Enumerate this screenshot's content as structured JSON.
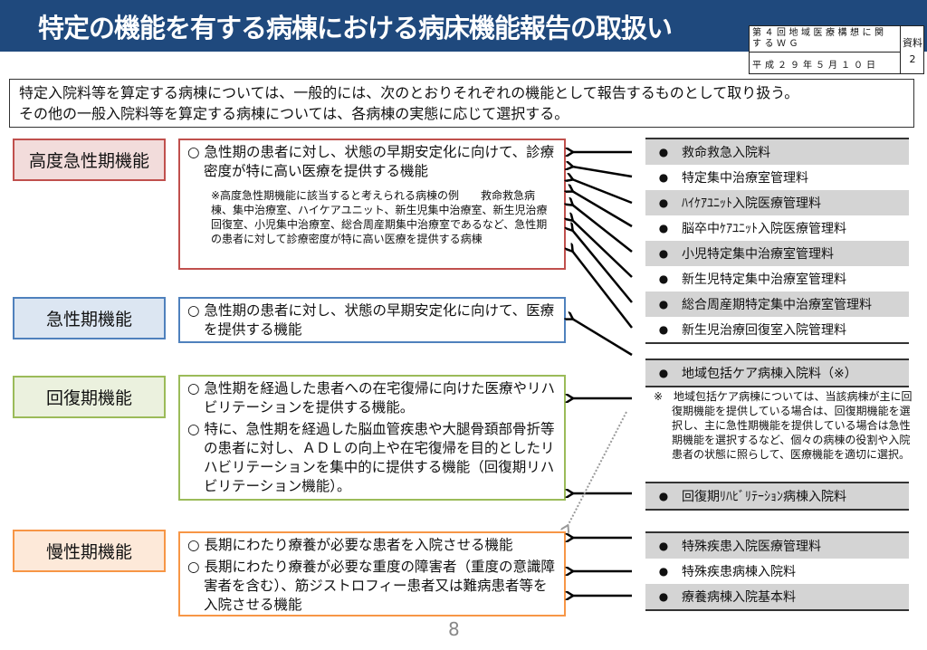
{
  "header": {
    "title": "特定の機能を有する病棟における病床機能報告の取扱い"
  },
  "meeting": {
    "line1": "第４回地域医療構想に関するＷＧ",
    "date": "平成２９年５月１０日",
    "doc_label": "資料",
    "doc_number": "2"
  },
  "intro": {
    "line1": "特定入院料等を算定する病棟については、一般的には、次のとおりそれぞれの機能として報告するものとして取り扱う。",
    "line2": "その他の一般入院料等を算定する病棟については、各病棟の実態に応じて選択する。"
  },
  "functions": [
    {
      "label": "高度急性期機能",
      "items": [
        "○ 急性期の患者に対し、状態の早期安定化に向けて、診療密度が特に高い医療を提供する機能"
      ],
      "note": "※高度急性期機能に該当すると考えられる病棟の例　　救命救急病棟、集中治療室、ハイケアユニット、新生児集中治療室、新生児治療回復室、小児集中治療室、総合周産期集中治療室であるなど、急性期の患者に対して診療密度が特に高い医療を提供する病棟"
    },
    {
      "label": "急性期機能",
      "items": [
        "○ 急性期の患者に対し、状態の早期安定化に向けて、医療を提供する機能"
      ]
    },
    {
      "label": "回復期機能",
      "items": [
        "○ 急性期を経過した患者への在宅復帰に向けた医療やリハビリテーションを提供する機能。",
        "○ 特に、急性期を経過した脳血管疾患や大腿骨頚部骨折等の患者に対し、ＡＤＬの向上や在宅復帰を目的としたリハビリテーションを集中的に提供する機能（回復期リハビリテーション機能）。"
      ]
    },
    {
      "label": "慢性期機能",
      "items": [
        "○ 長期にわたり療養が必要な患者を入院させる機能",
        "○ 長期にわたり療養が必要な重度の障害者（重度の意識障害者を含む）、筋ジストロフィー患者又は難病患者等を入院させる機能"
      ]
    }
  ],
  "fees_acute": [
    "救命救急入院料",
    "特定集中治療室管理料",
    "ﾊｲｹｱﾕﾆｯﾄ入院医療管理料",
    "脳卒中ｹｱﾕﾆｯﾄ入院医療管理料",
    "小児特定集中治療室管理料",
    "新生児特定集中治療室管理料",
    "総合周産期特定集中治療室管理料",
    "新生児治療回復室入院管理料"
  ],
  "fee_community": "地域包括ケア病棟入院料（※）",
  "community_note": "※　地域包括ケア病棟については、当該病棟が主に回復期機能を提供している場合は、回復期機能を選択し、主に急性期機能を提供している場合は急性期機能を選択するなど、個々の病棟の役割や入院患者の状態に照らして、医療機能を適切に選択。",
  "fee_rehab": "回復期ﾘﾊﾋﾞﾘﾃｰｼｮﾝ病棟入院料",
  "fees_chronic": [
    "特殊疾患入院医療管理料",
    "特殊疾患病棟入院料",
    "療養病棟入院基本料"
  ],
  "bullet": "●",
  "page_number": "8",
  "colors": {
    "header": "#1f497d",
    "high_acute": "#c0504d",
    "acute": "#4f81bd",
    "recovery": "#9bbb59",
    "chronic": "#f79646"
  }
}
